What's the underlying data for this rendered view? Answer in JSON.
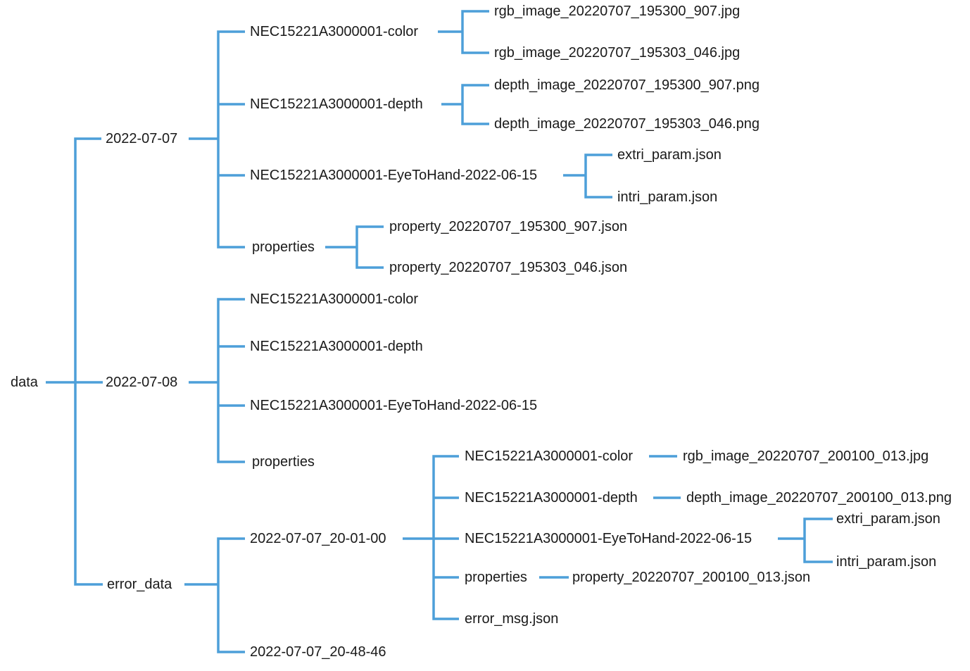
{
  "diagram": {
    "type": "directory-tree",
    "line_color": "#4d9fd9",
    "text_color": "#1a1a1a",
    "background_color": "#ffffff"
  },
  "tree": {
    "label": "data",
    "children": [
      {
        "label": "2022-07-07",
        "children": [
          {
            "label": "NEC15221A3000001-color",
            "children": [
              {
                "label": "rgb_image_20220707_195300_907.jpg"
              },
              {
                "label": "rgb_image_20220707_195303_046.jpg"
              }
            ]
          },
          {
            "label": "NEC15221A3000001-depth",
            "children": [
              {
                "label": "depth_image_20220707_195300_907.png"
              },
              {
                "label": "depth_image_20220707_195303_046.png"
              }
            ]
          },
          {
            "label": "NEC15221A3000001-EyeToHand-2022-06-15",
            "children": [
              {
                "label": "extri_param.json"
              },
              {
                "label": "intri_param.json"
              }
            ]
          },
          {
            "label": "properties",
            "children": [
              {
                "label": "property_20220707_195300_907.json"
              },
              {
                "label": "property_20220707_195303_046.json"
              }
            ]
          }
        ]
      },
      {
        "label": "2022-07-08",
        "children": [
          {
            "label": "NEC15221A3000001-color"
          },
          {
            "label": "NEC15221A3000001-depth"
          },
          {
            "label": "NEC15221A3000001-EyeToHand-2022-06-15"
          },
          {
            "label": "properties"
          }
        ]
      },
      {
        "label": "error_data",
        "children": [
          {
            "label": "2022-07-07_20-01-00",
            "children": [
              {
                "label": "NEC15221A3000001-color",
                "children": [
                  {
                    "label": "rgb_image_20220707_200100_013.jpg"
                  }
                ]
              },
              {
                "label": "NEC15221A3000001-depth",
                "children": [
                  {
                    "label": "depth_image_20220707_200100_013.png"
                  }
                ]
              },
              {
                "label": "NEC15221A3000001-EyeToHand-2022-06-15",
                "children": [
                  {
                    "label": "extri_param.json"
                  },
                  {
                    "label": "intri_param.json"
                  }
                ]
              },
              {
                "label": "properties",
                "children": [
                  {
                    "label": "property_20220707_200100_013.json"
                  }
                ]
              },
              {
                "label": "error_msg.json"
              }
            ]
          },
          {
            "label": "2022-07-07_20-48-46"
          }
        ]
      }
    ]
  }
}
